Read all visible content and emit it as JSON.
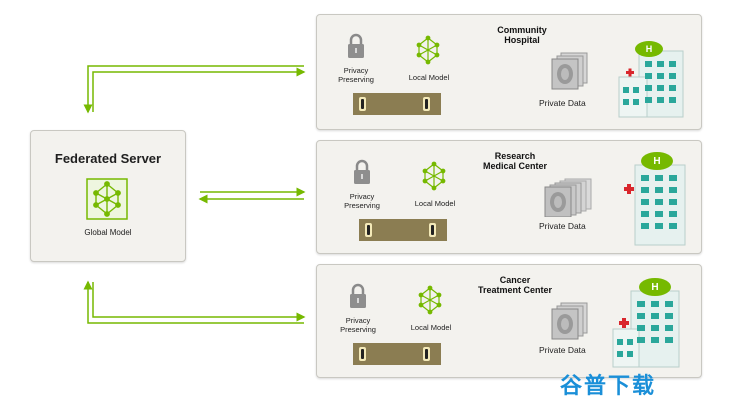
{
  "server": {
    "title": "Federated Server",
    "model_label": "Global Model"
  },
  "institutions": [
    {
      "name_line1": "Community",
      "name_line2": "Hospital",
      "privacy_line1": "Privacy",
      "privacy_line2": "Preserving",
      "model_label": "Local Model",
      "data_label": "Private Data"
    },
    {
      "name_line1": "Research",
      "name_line2": "Medical Center",
      "privacy_line1": "Privacy",
      "privacy_line2": "Preserving",
      "model_label": "Local Model",
      "data_label": "Private Data"
    },
    {
      "name_line1": "Cancer",
      "name_line2": "Treatment Center",
      "privacy_line1": "Privacy",
      "privacy_line2": "Preserving",
      "model_label": "Local Model",
      "data_label": "Private Data"
    }
  ],
  "watermark": "谷普下载",
  "colors": {
    "accent_green": "#76b900",
    "panel_bg": "#f3f2ee",
    "building_teal": "#2aa79b",
    "cross_red": "#d9262c"
  }
}
